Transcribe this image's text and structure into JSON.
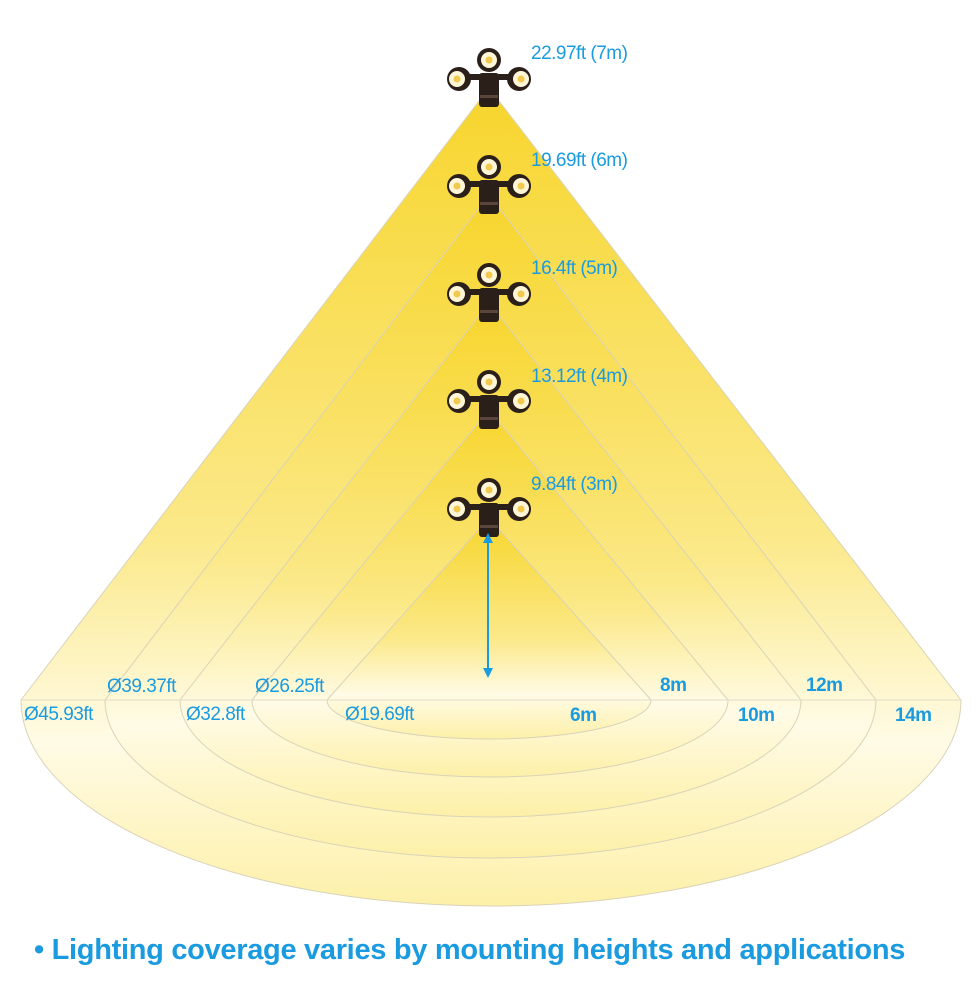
{
  "colors": {
    "accent": "#1a9be0",
    "light_top": "#f7d52c",
    "light_bottom": "#fffbe6",
    "fixture": "#2b1f1a"
  },
  "heights": [
    {
      "label": "22.97ft (7m)",
      "m": 7
    },
    {
      "label": "19.69ft (6m)",
      "m": 6
    },
    {
      "label": "16.4ft (5m)",
      "m": 5
    },
    {
      "label": "13.12ft (4m)",
      "m": 4
    },
    {
      "label": "9.84ft (3m)",
      "m": 3
    }
  ],
  "diameters": [
    {
      "ft": "Ø45.93ft",
      "m": "14m"
    },
    {
      "ft": "Ø39.37ft",
      "m": "12m"
    },
    {
      "ft": "Ø32.8ft",
      "m": "10m"
    },
    {
      "ft": "Ø26.25ft",
      "m": "8m"
    },
    {
      "ft": "Ø19.69ft",
      "m": "6m"
    }
  ],
  "footer": {
    "bullet": "•",
    "text": "Lighting coverage varies by mounting heights and applications"
  }
}
